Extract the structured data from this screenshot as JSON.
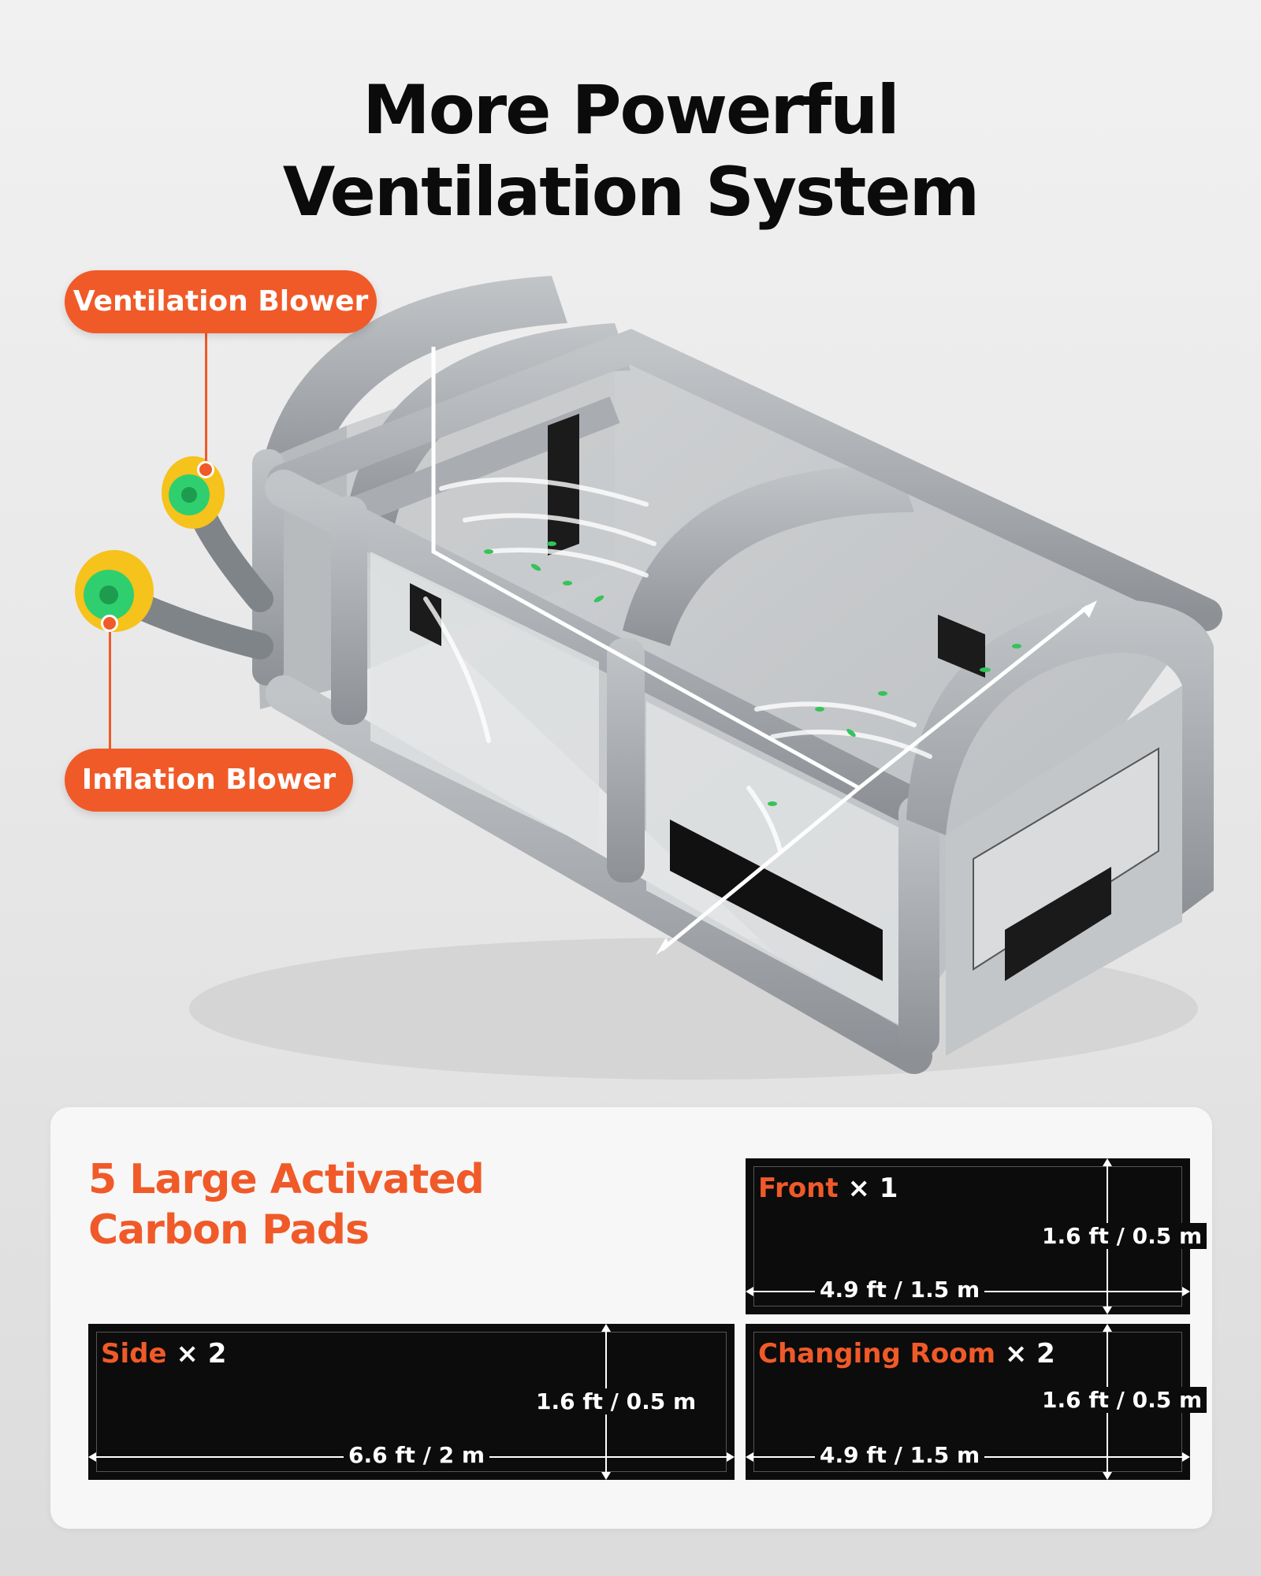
{
  "title": {
    "line1": "More Powerful",
    "line2": "Ventilation System"
  },
  "callouts": {
    "ventilation": "Ventilation Blower",
    "inflation": "Inflation Blower"
  },
  "pads_section": {
    "title_line1": "5 Large Activated",
    "title_line2": "Carbon Pads"
  },
  "pads": {
    "front": {
      "name": "Front",
      "qty": "× 1",
      "height": "1.6 ft / 0.5 m",
      "width": "4.9 ft / 1.5 m"
    },
    "side": {
      "name": "Side",
      "qty": "× 2",
      "height": "1.6 ft / 0.5 m",
      "width": "6.6 ft / 2 m"
    },
    "changing": {
      "name": "Changing Room",
      "qty": "× 2",
      "height": "1.6 ft / 0.5 m",
      "width": "4.9 ft / 1.5 m"
    }
  },
  "colors": {
    "accent": "#f05a28",
    "booth": "#a7abaf",
    "pad": "#0c0c0c",
    "blower": "#f6c21c",
    "blower_fan": "#2fcf6f"
  },
  "icons": [
    "ventilation-blower-icon",
    "inflation-blower-icon",
    "airflow-arrow-icon",
    "leaf-particle-icon"
  ]
}
